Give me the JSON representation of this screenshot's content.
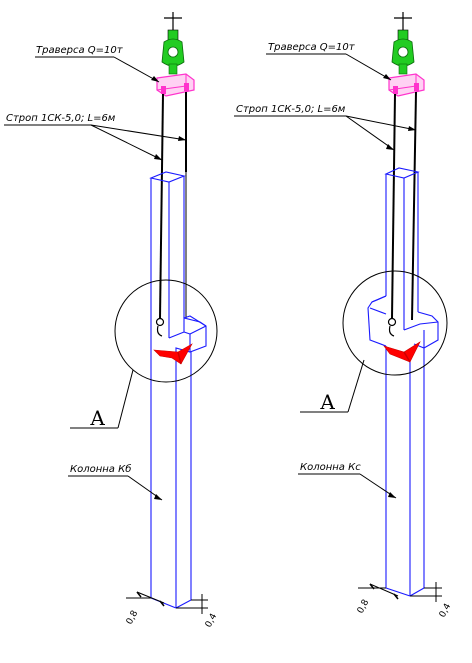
{
  "left": {
    "traverse_label": "Траверса Q=10т",
    "sling_label": "Строп 1СК-5,0; L=6м",
    "column_label": "Колонна Кб",
    "section_label": "А",
    "dim_width": "0,8",
    "dim_depth": "0,4"
  },
  "right": {
    "traverse_label": "Траверса Q=10т",
    "sling_label": "Строп 1СК-5,0; L=6м",
    "column_label": "Колонна Кс",
    "section_label": "А",
    "dim_width": "0,8",
    "dim_depth": "0,4"
  },
  "colors": {
    "column": "#1a1aff",
    "hook": "#22cc22",
    "traverse": "#ff33cc",
    "grip": "#ff0000"
  }
}
